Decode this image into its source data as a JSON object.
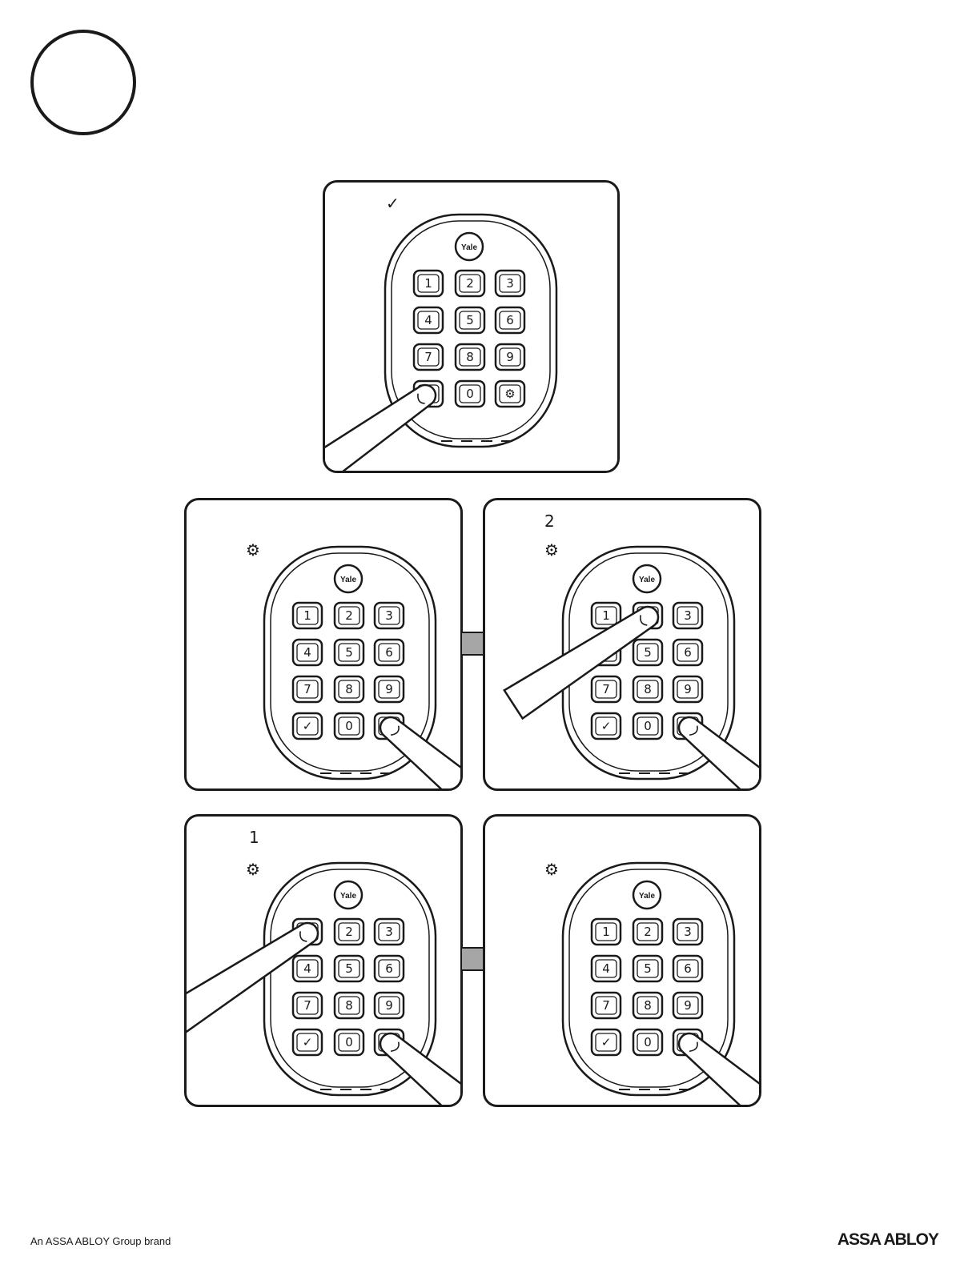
{
  "step_marker": "",
  "brand": {
    "logo": "Yale"
  },
  "keys": [
    "1",
    "2",
    "3",
    "4",
    "5",
    "6",
    "7",
    "8",
    "9",
    "✓",
    "0",
    "⚙"
  ],
  "panels": {
    "top": {
      "symbol": "✓"
    },
    "mid_left": {
      "symbol": "⚙"
    },
    "mid_right": {
      "number": "2",
      "symbol": "⚙"
    },
    "bot_left": {
      "number": "1",
      "symbol": "⚙"
    },
    "bot_right": {
      "symbol": "⚙"
    }
  },
  "footer": {
    "left_text": "An ASSA ABLOY Group brand",
    "right_logo": "ASSA ABLOY"
  },
  "colors": {
    "line": "#1a1a1a",
    "arrow_fill": "#a6a6a6"
  }
}
